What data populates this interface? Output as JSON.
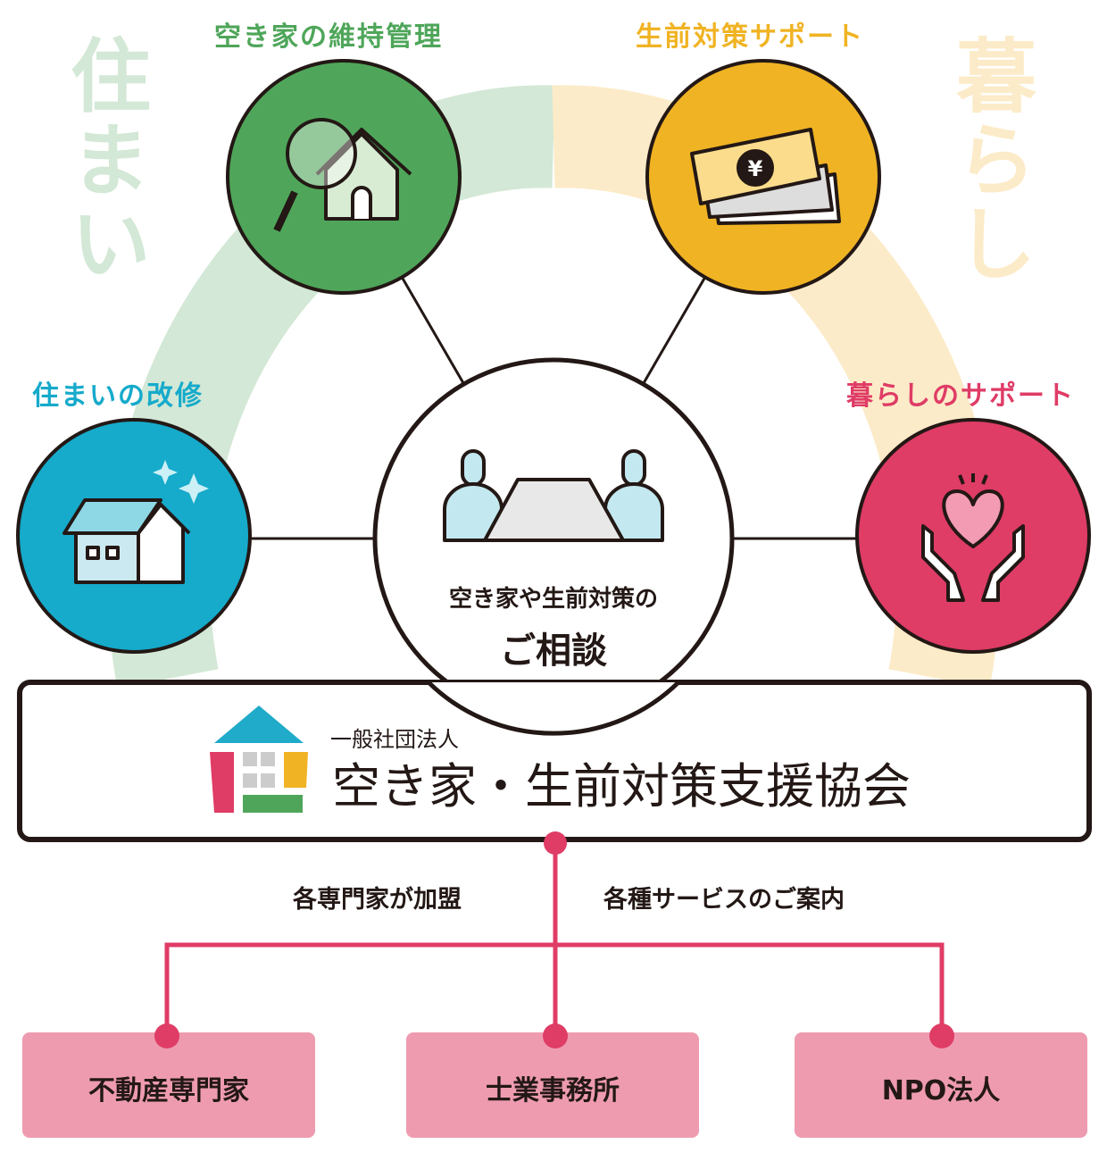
{
  "side_labels": {
    "left": "住まい",
    "right": "暮らし"
  },
  "services": [
    {
      "label": "空き家の維持管理",
      "color": "#4fa65a",
      "icon": "magnifier-house-icon"
    },
    {
      "label": "生前対策サポート",
      "color": "#f0b323",
      "icon": "yen-bills-icon"
    },
    {
      "label": "住まいの改修",
      "color": "#16aacb",
      "icon": "sparkling-house-icon"
    },
    {
      "label": "暮らしのサポート",
      "color": "#df3c66",
      "icon": "hands-heart-icon"
    }
  ],
  "center": {
    "line1": "空き家や生前対策の",
    "line2": "ご相談",
    "icon": "consultation-table-icon"
  },
  "organization": {
    "type": "一般社団法人",
    "name": "空き家・生前対策支援協会"
  },
  "connectors": {
    "left": "各専門家が加盟",
    "right": "各種サービスのご案内"
  },
  "members": [
    "不動産専門家",
    "士業事務所",
    "NPO法人"
  ],
  "colors": {
    "accent": "#df3c66",
    "member_box": "#ee9bb0",
    "outline": "#231815"
  }
}
